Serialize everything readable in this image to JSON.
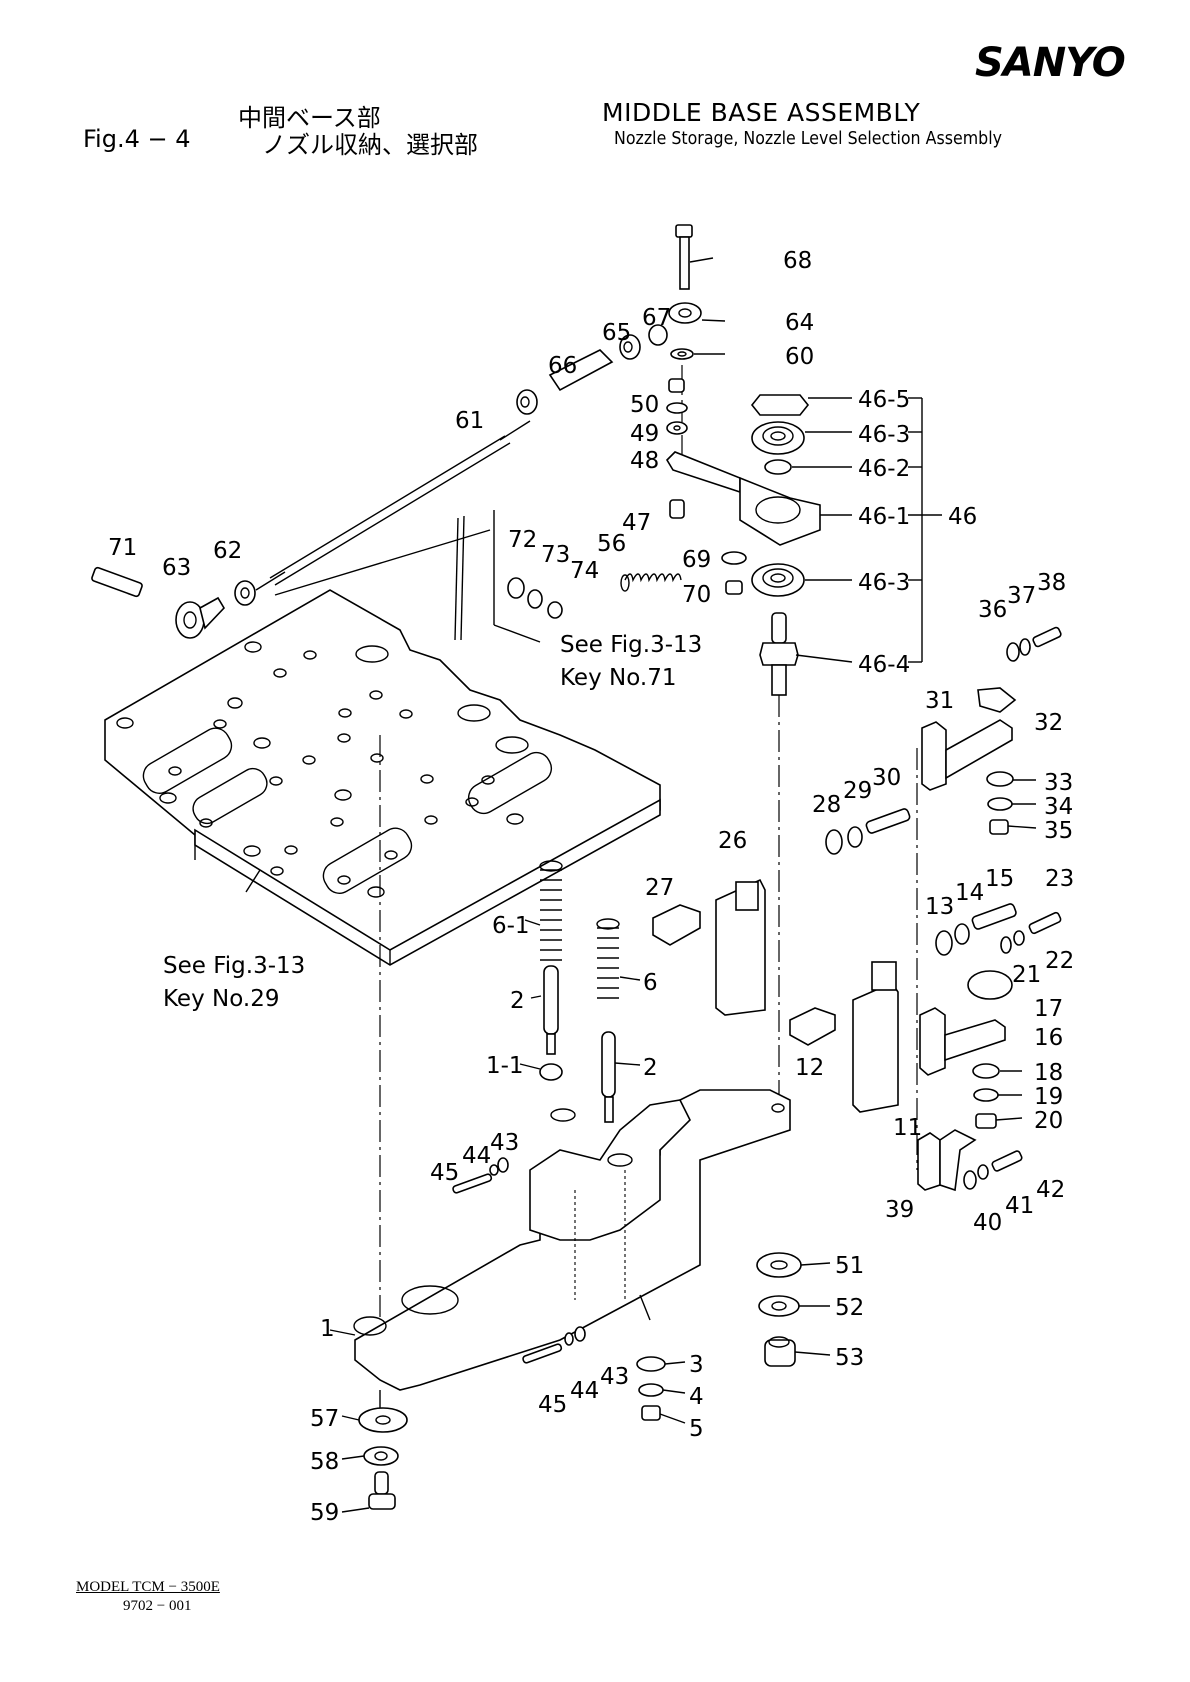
{
  "header": {
    "brand": "SANYO",
    "title_jp_line1": "中間ベース部",
    "figure_number": "Fig.4 − 4",
    "title_jp_line2": "ノズル収納、選択部",
    "title_en": "MIDDLE BASE ASSEMBLY",
    "subtitle_en": "Nozzle Storage, Nozzle Level Selection Assembly"
  },
  "references": [
    {
      "line1": "See Fig.3-13",
      "line2": "Key No.71"
    },
    {
      "line1": "See Fig.3-13",
      "line2": "Key No.29"
    }
  ],
  "part_labels": [
    "1",
    "1-1",
    "2",
    "2",
    "3",
    "4",
    "5",
    "6",
    "6-1",
    "11",
    "12",
    "13",
    "14",
    "15",
    "16",
    "17",
    "18",
    "19",
    "20",
    "21",
    "22",
    "23",
    "26",
    "27",
    "28",
    "29",
    "30",
    "31",
    "32",
    "33",
    "34",
    "35",
    "36",
    "37",
    "38",
    "39",
    "40",
    "41",
    "42",
    "43",
    "43",
    "44",
    "44",
    "45",
    "45",
    "46",
    "46-1",
    "46-2",
    "46-3",
    "46-3",
    "46-4",
    "46-5",
    "47",
    "48",
    "49",
    "50",
    "51",
    "52",
    "53",
    "56",
    "57",
    "58",
    "59",
    "60",
    "61",
    "62",
    "63",
    "64",
    "65",
    "66",
    "67",
    "68",
    "69",
    "70",
    "71",
    "72",
    "73",
    "74"
  ],
  "assembly_group": {
    "parent": "46",
    "children": [
      "46-5",
      "46-3",
      "46-2",
      "46-1",
      "46-3",
      "46-4"
    ]
  },
  "footer": {
    "model": "MODEL  TCM − 3500E",
    "document_number": "9702 − 001"
  }
}
